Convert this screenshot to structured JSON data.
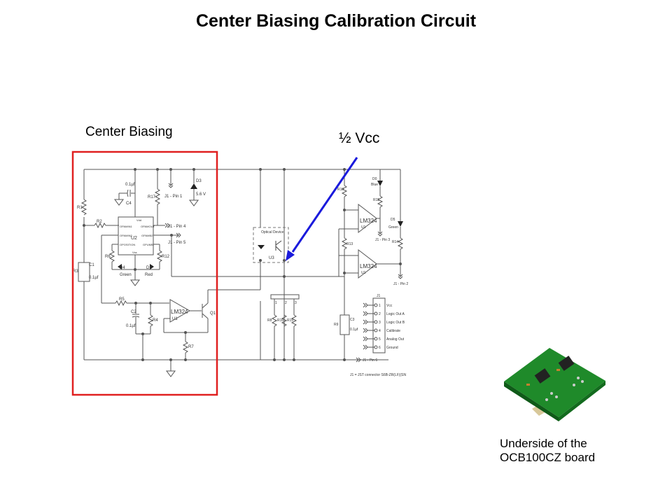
{
  "slide": {
    "title": "Center Biasing Calibration Circuit",
    "center_biasing_label": "Center Biasing",
    "half_vcc_label": "½ Vcc",
    "board_caption_line1": "Underside of the",
    "board_caption_line2": "OCB100CZ board"
  },
  "colors": {
    "highlight_box": "#e02020",
    "arrow": "#1a1adc",
    "pcb": "#1f8a2a"
  },
  "schematic": {
    "labels": {
      "c4_value": "0.1µf",
      "c4": "C4",
      "r17": "R17",
      "j1_pin1": "J1 - Pin 1",
      "d3": "D3",
      "d3_value": "5.6 V",
      "r1": "R1",
      "r2": "R2",
      "u2": "U2",
      "u2_vdd": "Vdd",
      "u2_vss": "Vss",
      "u2_in1": "OPAMIN1",
      "u2_in2": "OPAMIN2",
      "u2_pos": "OPOSITION",
      "u2_out1": "OPAMOUT",
      "u2_out2": "GPAMB2",
      "u2_out3": "GPUMB",
      "j1_pin4": "J1 - Pin 4",
      "j1_pin5": "J1 - Pin 5",
      "r6": "R6",
      "r12": "R12",
      "c1": "C1",
      "c1_value": "0.1µf",
      "r3": "R3",
      "d4": "D4",
      "d4_color": "Green",
      "d1": "D1",
      "d1_color": "Red",
      "r5": "R5",
      "c2": "C2",
      "c2_value": "0.1µf",
      "r4": "R4",
      "lm324": "LM324",
      "u1": "U1",
      "q1": "Q1",
      "r7": "R7",
      "optical_device": "Optical Device",
      "u3": "U3",
      "r10": "R10",
      "r13": "R13",
      "r11": "R11",
      "r14": "R14",
      "d0": "D0",
      "d0_color": "Blue",
      "d5": "D5",
      "d5_color": "Green",
      "j1_pin3": "J1 - Pin 3",
      "j1_pin2": "J1 - Pin 2",
      "pin_1": "1",
      "pin_2": "2",
      "pin_3": "3",
      "r8": "R8",
      "r16": "R16",
      "r15": "R15",
      "r9": "R9",
      "c3": "C3",
      "c3_value": "0.1µf",
      "j1": "J1",
      "j1_pin6": "J1 - Pin 6",
      "jst_note": "J1 = JST connector S6B-ZR(LF)(SN"
    },
    "connector_pins": [
      {
        "num": "1",
        "name": "Vcc"
      },
      {
        "num": "2",
        "name": "Logic Out A"
      },
      {
        "num": "3",
        "name": "Logic Out B"
      },
      {
        "num": "4",
        "name": "Calibrate"
      },
      {
        "num": "5",
        "name": "Analog Out"
      },
      {
        "num": "6",
        "name": "Ground"
      }
    ]
  }
}
